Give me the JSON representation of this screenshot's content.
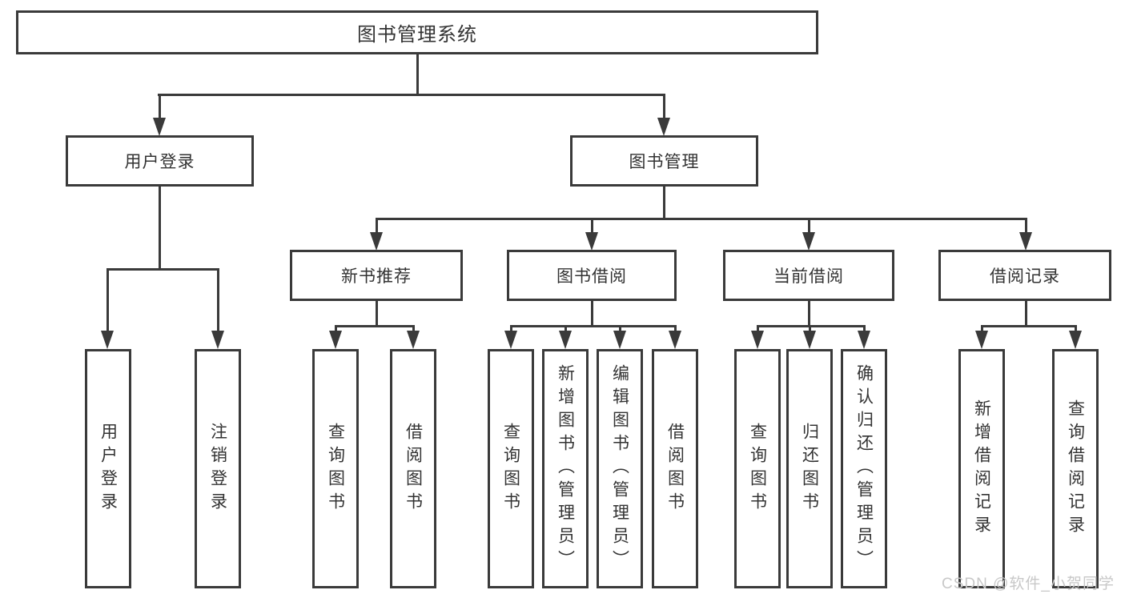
{
  "root": {
    "label": "图书管理系统"
  },
  "level2": [
    {
      "label": "用户登录"
    },
    {
      "label": "图书管理"
    }
  ],
  "level3": [
    {
      "label": "新书推荐"
    },
    {
      "label": "图书借阅"
    },
    {
      "label": "当前借阅"
    },
    {
      "label": "借阅记录"
    }
  ],
  "leaves": [
    {
      "label": "用户登录"
    },
    {
      "label": "注销登录"
    },
    {
      "label": "查询图书"
    },
    {
      "label": "借阅图书"
    },
    {
      "label": "查询图书"
    },
    {
      "label": "新增图书（管理员）"
    },
    {
      "label": "编辑图书（管理员）"
    },
    {
      "label": "借阅图书"
    },
    {
      "label": "查询图书"
    },
    {
      "label": "归还图书"
    },
    {
      "label": "确认归还（管理员）"
    },
    {
      "label": "新增借阅记录"
    },
    {
      "label": "查询借阅记录"
    }
  ],
  "watermark": {
    "text": "CSDN @软件_小贺同学"
  },
  "colors": {
    "line": "#3a3a3a",
    "text": "#333333",
    "background": "#ffffff",
    "watermark": "#c8c8c8"
  }
}
